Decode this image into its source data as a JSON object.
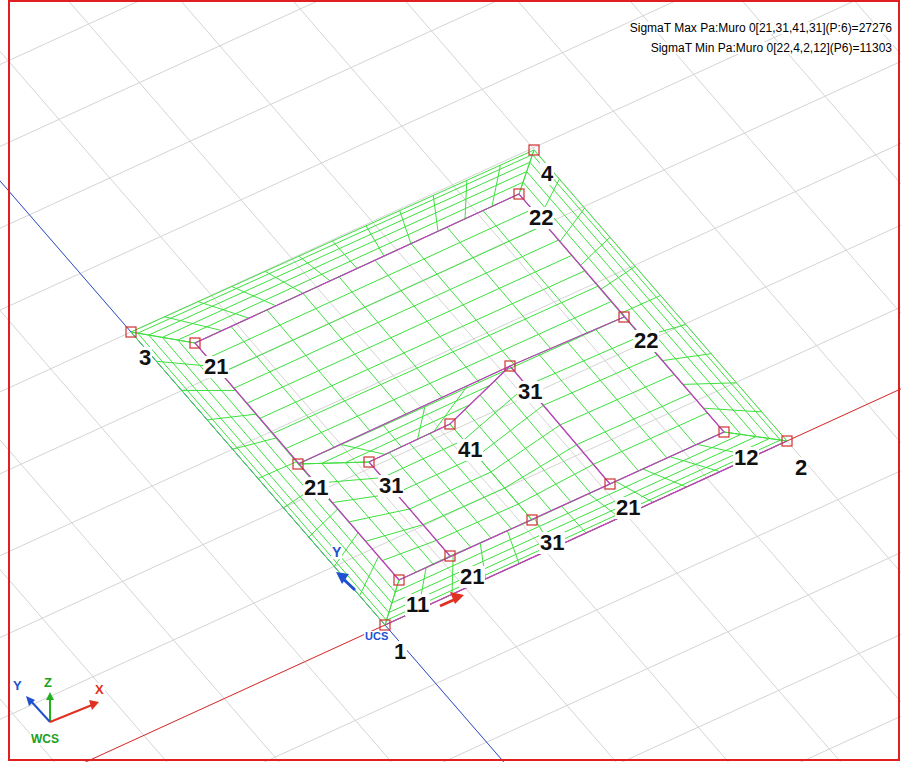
{
  "diagram": {
    "labels": [
      "SigmaT Max Pa:Muro 0[21,31,41,31](P:6)=27276",
      "SigmaT Min Pa:Muro 0[22,4,2,12](P6)=11303",
      "4",
      "22",
      "3",
      "21",
      "22",
      "31",
      "41",
      "12",
      "2",
      "21",
      "31",
      "21",
      "31",
      "Y",
      "21",
      "11",
      "UCS",
      "1",
      "Y",
      "Z",
      "X",
      "WCS"
    ]
  }
}
